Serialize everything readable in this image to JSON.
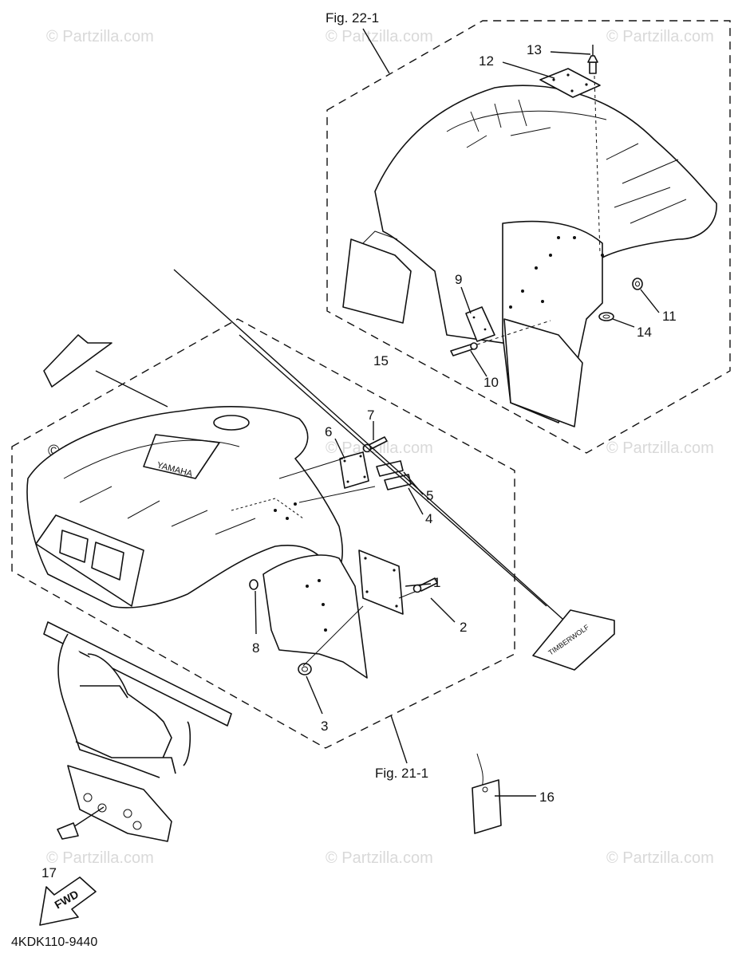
{
  "diagram_code": "4KDK110-9440",
  "figure_refs": {
    "upper": "Fig. 22-1",
    "lower": "Fig. 21-1"
  },
  "watermark": "© Partzilla.com",
  "callouts": [
    "1",
    "2",
    "3",
    "4",
    "5",
    "6",
    "7",
    "8",
    "9",
    "10",
    "11",
    "12",
    "13",
    "14",
    "15",
    "16",
    "17"
  ],
  "labels": {
    "fwd": "FWD",
    "yamaha": "YAMAHA",
    "decal": "TIMBERWOLF"
  }
}
